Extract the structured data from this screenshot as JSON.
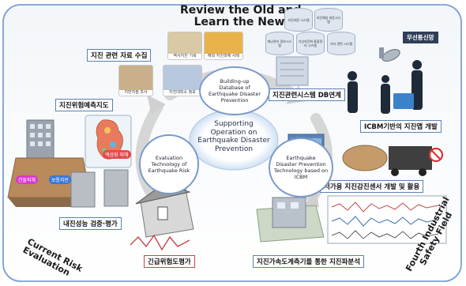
{
  "header": {
    "title_line1": "Review the Old and",
    "title_line2": "Learn the New"
  },
  "center": {
    "line1": "Supporting",
    "line2": "Operation on",
    "line3": "Earthquake Disaster",
    "line4": "Prevention"
  },
  "nodes": {
    "top": [
      "Building-up",
      "Database of",
      "Earthquake Disaster",
      "Prevention"
    ],
    "left": [
      "Evaluation",
      "Technology of",
      "Earthquake Risk"
    ],
    "right": [
      "Earthquake",
      "Disaster Prevention",
      "Technology based on",
      "ICBM"
    ]
  },
  "labels": {
    "collect": "지진 관련 자료 수집",
    "risk_map": "지진위험예측지도",
    "db_link": "지진관련시스템 DB연계",
    "icbm_app": "ICBM기반의 지진앱 개발",
    "sensor": "저가용 지진감진센서 개발 및 활용",
    "seismic_perf": "내진성능 검증·평가",
    "emergency": "긴급위험도평가",
    "accel": "지진가속도계측기를 통한 지진파분석",
    "wireless": "무선통신망"
  },
  "tiles": {
    "history": "역사지진 기록",
    "overseas": "해외 지진피해 사례",
    "geology": "지반지질 조사",
    "facility": "지진대피소 정보"
  },
  "databases": {
    "db1": "지진대응 시스템",
    "db2": "지진해일 대응시스템",
    "db3": "재난관리 정보시스템",
    "db4": "기상지진화 통합관리 시스템",
    "db5": "기타 관련 시스템"
  },
  "map_badges": {
    "liquefaction": "액상화 피해",
    "building": "건물피해",
    "normal": "보통지반"
  },
  "side_captions": {
    "left": [
      "Current Risk",
      "Evaluation"
    ],
    "right": [
      "Fourth Industrial",
      "Safety Field"
    ]
  },
  "colors": {
    "frame": "#7aa0d4",
    "oval_border": "#7a9ac8",
    "arrow": "#c8c8c8",
    "center_glow": "#cfe0f2",
    "label_border": "#5b7fb5",
    "accent_red": "#c8454a"
  }
}
